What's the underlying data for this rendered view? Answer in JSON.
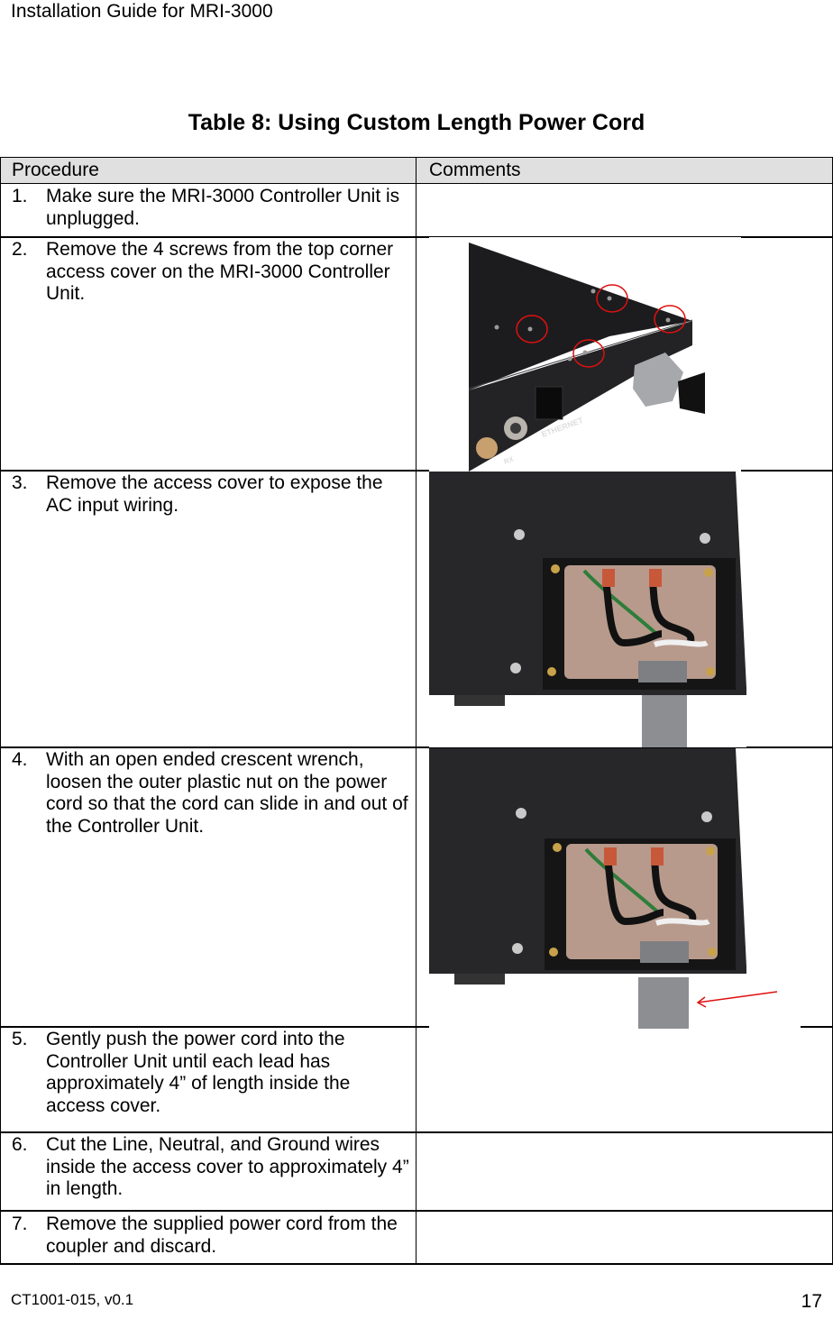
{
  "header": {
    "title": "Installation Guide for MRI-3000"
  },
  "table": {
    "title": "Table 8: Using Custom Length Power Cord",
    "columns": [
      "Procedure",
      "Comments"
    ],
    "rows": [
      {
        "num": "1.",
        "text": "Make sure the MRI-3000 Controller Unit is unplugged.",
        "comment": ""
      },
      {
        "num": "2.",
        "text": "Remove the 4 screws from the top corner access cover on the MRI-3000 Controller Unit.",
        "comment": "",
        "image": "photo of controller unit corner with 4 screws circled in red"
      },
      {
        "num": "3.",
        "text": "Remove the access cover to expose the AC input wiring.",
        "comment": "",
        "image": "photo of open access cover showing AC input wiring"
      },
      {
        "num": "4.",
        "text": "With an open ended crescent wrench, loosen the outer plastic nut on the power cord so that the cord can slide in and out of the Controller Unit.",
        "comment": "",
        "image": "photo of AC input wiring with red arrow pointing to outer plastic nut"
      },
      {
        "num": "5.",
        "text": "Gently push the power cord into the Controller Unit until each lead has approximately 4” of length inside the access cover.",
        "comment": ""
      },
      {
        "num": "6.",
        "text": "Cut the Line, Neutral, and Ground wires inside the access cover to approximately 4” in length.",
        "comment": ""
      },
      {
        "num": "7.",
        "text": "Remove the supplied power cord from the coupler and discard.",
        "comment": ""
      }
    ]
  },
  "photos": {
    "p1_labels": {
      "rx": "RX",
      "ethernet": "ETHERNET"
    }
  },
  "colors": {
    "header_bg": "#e0e0e0",
    "annotation_red": "#e01010"
  },
  "footer": {
    "doc_id": "CT1001-015, v0.1",
    "page": "17"
  }
}
